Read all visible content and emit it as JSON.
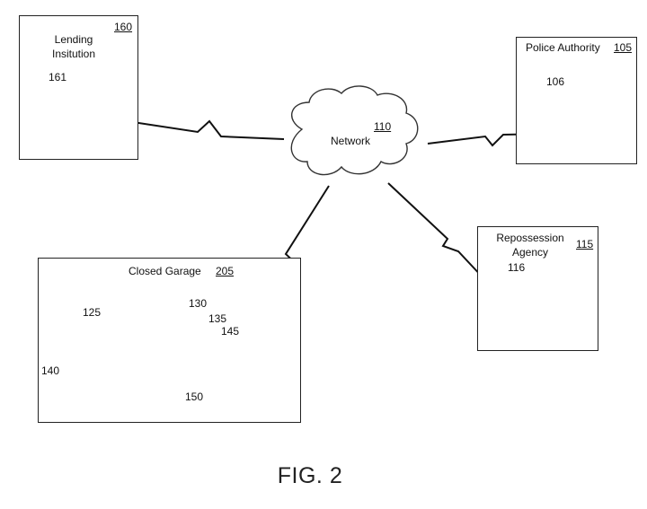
{
  "figure_label": "FIG. 2",
  "network": {
    "label": "Network",
    "ref": "110"
  },
  "lending": {
    "label_line1": "Lending",
    "label_line2": "Insitution",
    "ref": "160",
    "server_ref": "161"
  },
  "police": {
    "label": "Police Authority",
    "ref": "105",
    "server_ref": "106"
  },
  "repo": {
    "label_line1": "Repossession",
    "label_line2": "Agency",
    "ref": "115",
    "server_ref": "116"
  },
  "garage": {
    "label": "Closed Garage",
    "ref": "205"
  },
  "vehicle": {
    "ref": "125",
    "components": {
      "c130": "130",
      "c135": "135",
      "c145": "145",
      "c140": "140",
      "c150": "150"
    }
  }
}
